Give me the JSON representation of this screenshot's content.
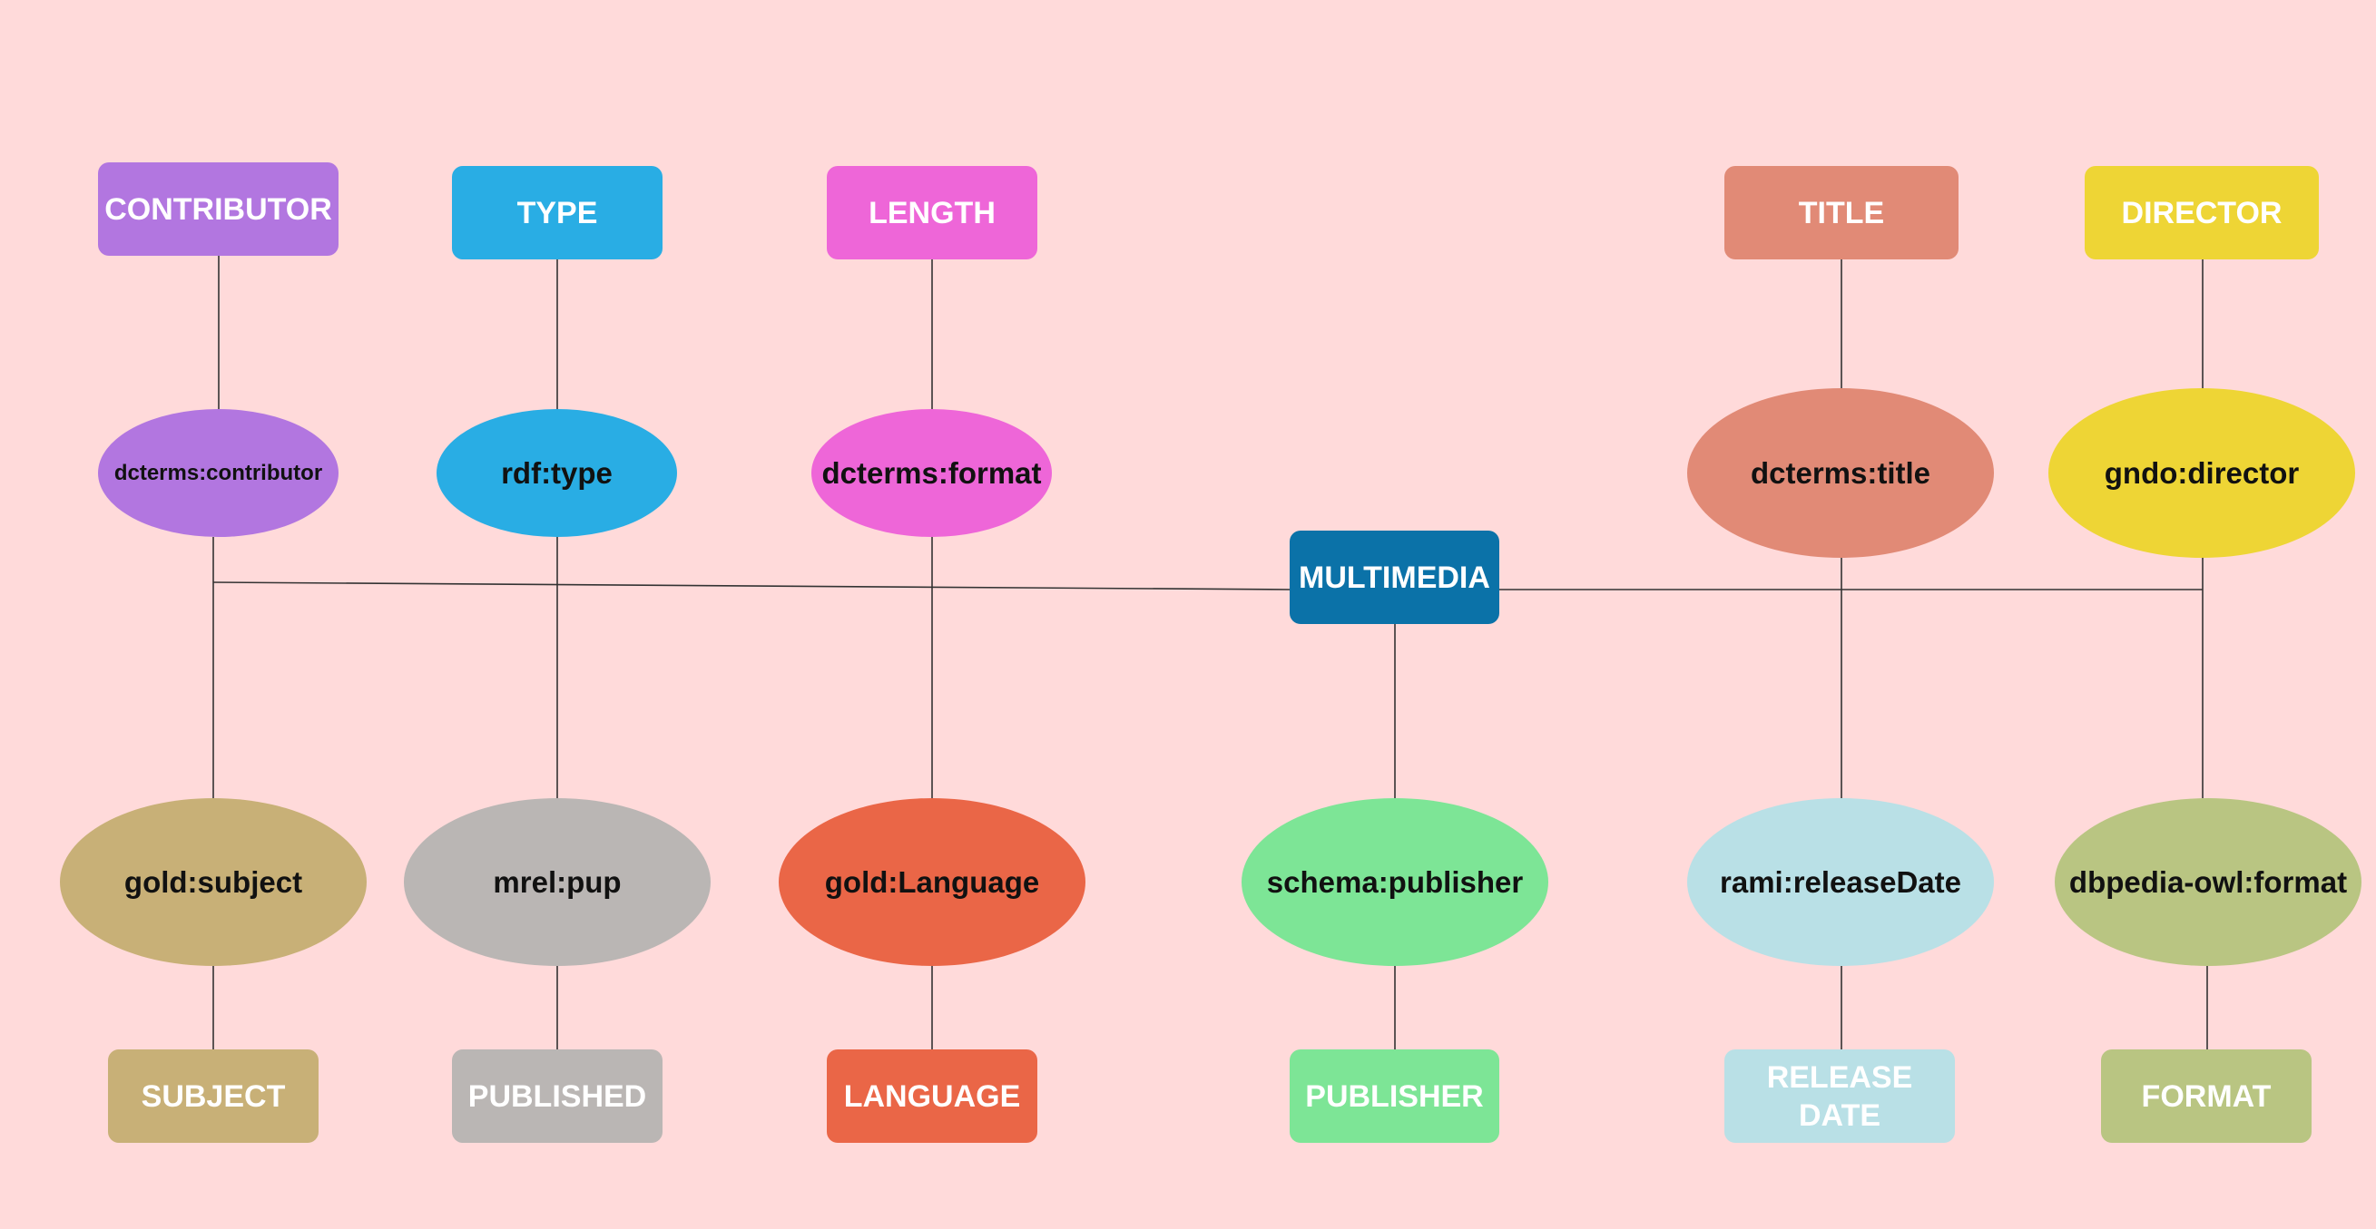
{
  "diagram": {
    "center": {
      "label": "MULTIMEDIA",
      "color": "#0B72A8"
    },
    "top_boxes": [
      {
        "label": "CONTRIBUTOR",
        "color": "#B276E0"
      },
      {
        "label": "TYPE",
        "color": "#29ADE4"
      },
      {
        "label": "LENGTH",
        "color": "#EE66D8"
      },
      {
        "label": "TITLE",
        "color": "#E18A76"
      },
      {
        "label": "DIRECTOR",
        "color": "#EED535"
      }
    ],
    "upper_properties": [
      {
        "label": "dcterms:contributor",
        "color": "#B276E0"
      },
      {
        "label": "rdf:type",
        "color": "#29ADE4"
      },
      {
        "label": "dcterms:format",
        "color": "#EE66D8"
      },
      {
        "label": "dcterms:title",
        "color": "#E18A76"
      },
      {
        "label": "gndo:director",
        "color": "#EED535"
      }
    ],
    "lower_properties": [
      {
        "label": "gold:subject",
        "color": "#C8B077"
      },
      {
        "label": "mrel:pup",
        "color": "#BAB6B4"
      },
      {
        "label": "gold:Language",
        "color": "#EA6647"
      },
      {
        "label": "schema:publisher",
        "color": "#7DE596"
      },
      {
        "label": "rami:releaseDate",
        "color": "#B9E0E6"
      },
      {
        "label": "dbpedia-owl:format",
        "color": "#B9C582"
      }
    ],
    "bottom_boxes": [
      {
        "label": "SUBJECT",
        "color": "#C8B077"
      },
      {
        "label": "PUBLISHED",
        "color": "#BAB6B4"
      },
      {
        "label": "LANGUAGE",
        "color": "#EA6647"
      },
      {
        "label": "PUBLISHER",
        "color": "#7DE596"
      },
      {
        "label": "RELEASE DATE",
        "color": "#B9E0E6"
      },
      {
        "label": "FORMAT",
        "color": "#B9C582"
      }
    ]
  }
}
